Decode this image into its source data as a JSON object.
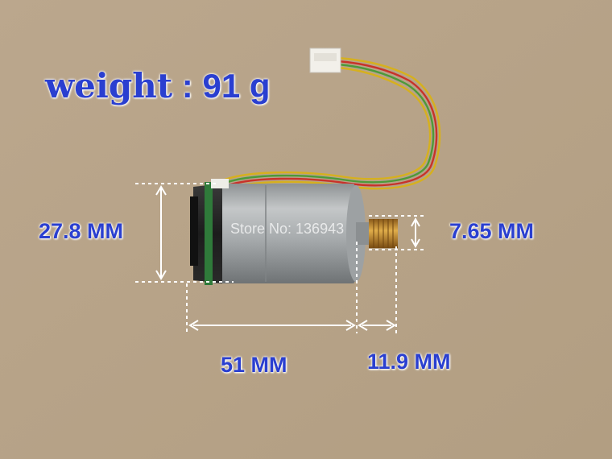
{
  "weight": {
    "label": "weight",
    "separator": " : ",
    "value": "91 g"
  },
  "dimensions": {
    "height": "27.8 MM",
    "shaft_diameter": "7.65 MM",
    "body_length": "51 MM",
    "gear_length": "11.9 MM"
  },
  "watermark": "Store No: 136943",
  "colors": {
    "background": "#b9a58a",
    "label": "#2a3fd0",
    "motor_body": "#a9acae",
    "wire_red": "#c8322a",
    "wire_yellow": "#d6b01e",
    "wire_green": "#4c9a3a",
    "gear": "#c9922f"
  }
}
